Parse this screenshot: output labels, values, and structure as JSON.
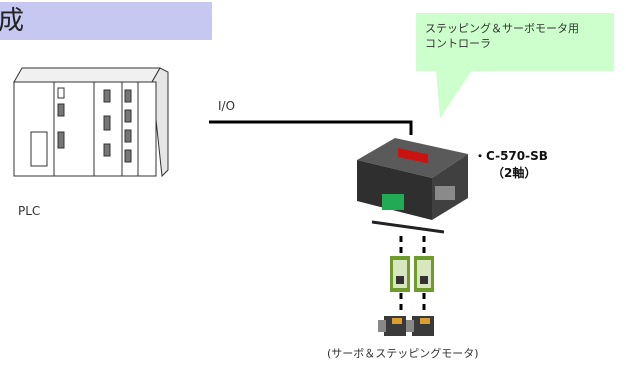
{
  "heading": {
    "text": "成"
  },
  "callout": {
    "text": "ステッピング＆サーボモータ用\nコントローラ"
  },
  "labels": {
    "io": "I/O",
    "plc": "PLC",
    "model": "・C-570-SB",
    "axes": "（2軸）",
    "motors": "(サーボ＆ステッピングモータ)"
  },
  "colors": {
    "heading_bg": "#c7c8f2",
    "callout_bg": "#ccffcc",
    "line": "#000000"
  }
}
